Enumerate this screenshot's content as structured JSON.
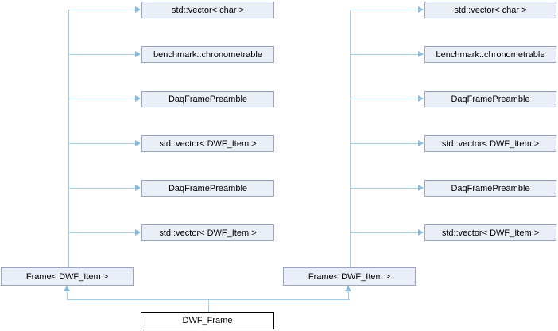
{
  "diagram": {
    "kind": "class collaboration graph",
    "nodes": {
      "main": {
        "label": "DWF_Frame"
      },
      "left_parent": {
        "label": "Frame< DWF_Item >"
      },
      "right_parent": {
        "label": "Frame< DWF_Item >"
      },
      "left_members": [
        "std::vector< char >",
        "benchmark::chronometrable",
        "DaqFramePreamble",
        "std::vector< DWF_Item >",
        "DaqFramePreamble",
        "std::vector< DWF_Item >"
      ],
      "right_members": [
        "std::vector< char >",
        "benchmark::chronometrable",
        "DaqFramePreamble",
        "std::vector< DWF_Item >",
        "DaqFramePreamble",
        "std::vector< DWF_Item >"
      ]
    },
    "relations": {
      "main_points_to": [
        "left_parent",
        "right_parent"
      ],
      "left_parent_points_to": "all six left member boxes",
      "right_parent_points_to": "all six right member boxes"
    },
    "colors": {
      "background": "#FFFFFF",
      "member_fill": "#E9EEF7",
      "member_border": "#99A5C6",
      "edge_line": "#A3CEE8",
      "arrowhead": "#85BBDC",
      "main_fill": "#FFFFFF",
      "main_border": "#000000",
      "text": "#000000"
    }
  }
}
